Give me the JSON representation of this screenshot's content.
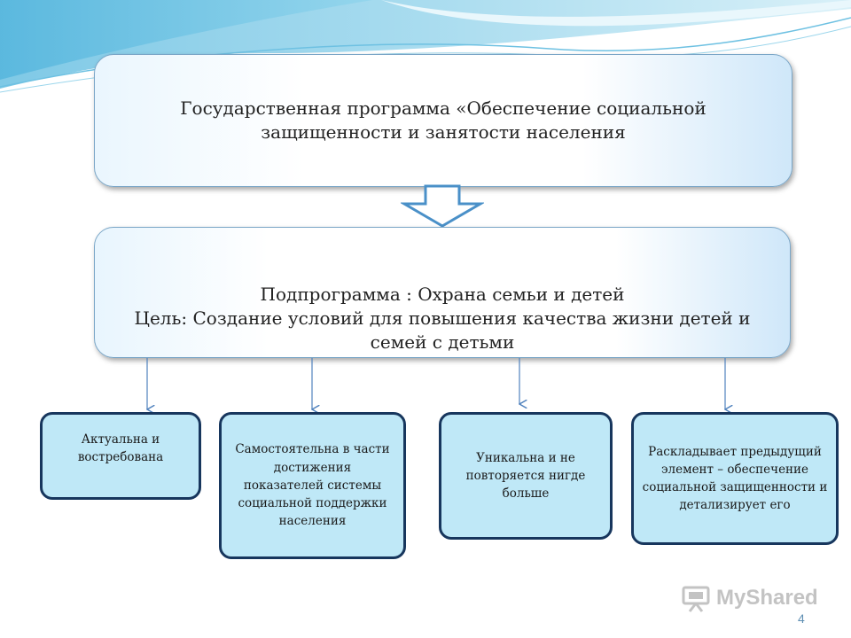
{
  "top_box": {
    "text": "Государственная программа «Обеспечение социальной защищенности и занятости населения"
  },
  "sub_box": {
    "line1": "Подпрограмма : Охрана семьи и детей",
    "line2": "Цель: Создание условий для повышения качества жизни детей и семей с детьми"
  },
  "features": [
    {
      "text": "Актуальна и востребована"
    },
    {
      "text": "Самостоятельна в части достижения показателей системы социальной поддержки населения"
    },
    {
      "text": "Уникальна и не повторяется нигде больше"
    },
    {
      "text": "Раскладывает предыдущий элемент – обеспечение социальной защищенности и детализирует его"
    }
  ],
  "watermark": {
    "text": "MyShared"
  },
  "page_number": "4",
  "colors": {
    "leaf_fill": "#bfe8f7",
    "leaf_border": "#17365d",
    "connector": "#4f81bd",
    "accent": "#4a90c8"
  }
}
